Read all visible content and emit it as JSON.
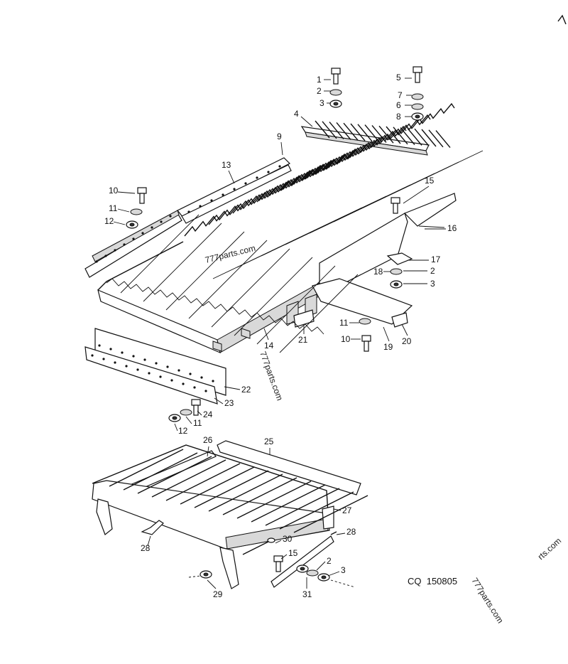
{
  "diagram": {
    "catalog_code": "CQ  150805",
    "watermarks": [
      "777parts.com",
      "777parts.com",
      "777parts.com",
      "rts.com"
    ],
    "callouts": [
      "1",
      "2",
      "3",
      "4",
      "5",
      "7",
      "6",
      "8",
      "9",
      "13",
      "10",
      "11",
      "12",
      "15",
      "16",
      "17",
      "18",
      "2",
      "3",
      "14",
      "21",
      "11",
      "10",
      "19",
      "20",
      "22",
      "23",
      "24",
      "11",
      "12",
      "26",
      "25",
      "27",
      "28",
      "30",
      "28",
      "15",
      "2",
      "3",
      "29",
      "31"
    ]
  }
}
